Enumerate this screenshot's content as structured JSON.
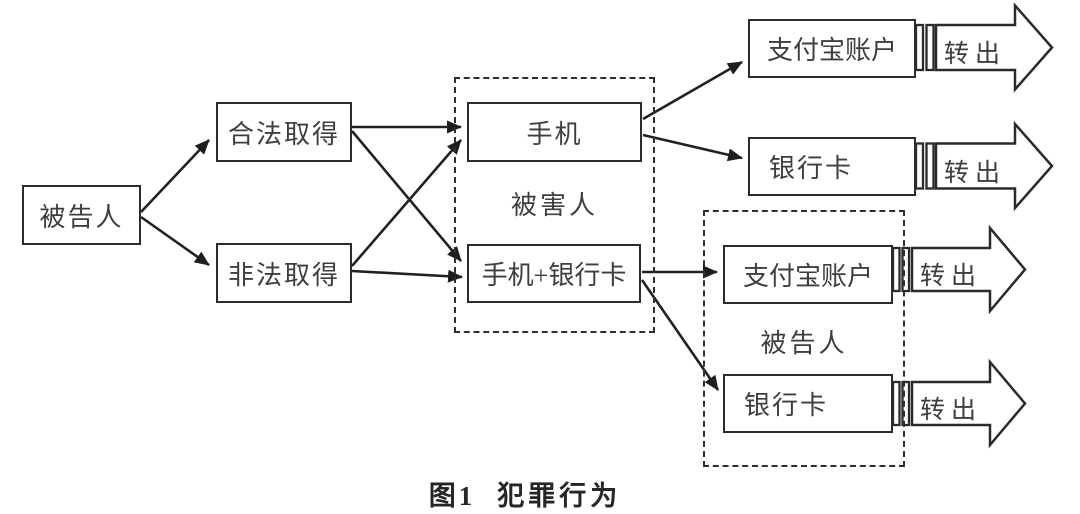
{
  "figure": {
    "caption_prefix": "图1",
    "caption_title": "犯罪行为"
  },
  "nodes": {
    "defendant": "被告人",
    "legal_obtain": "合法取得",
    "illegal_obtain": "非法取得",
    "phone": "手机",
    "phone_bank_card": "手机+银行卡",
    "alipay_account_victim": "支付宝账户",
    "bank_card_victim": "银行卡",
    "alipay_account_defendant": "支付宝账户",
    "bank_card_defendant": "银行卡"
  },
  "groups": {
    "victim": "被害人",
    "defendant": "被告人"
  },
  "transfer_label": "转出",
  "edges": [
    {
      "from": "defendant",
      "to": "legal_obtain"
    },
    {
      "from": "defendant",
      "to": "illegal_obtain"
    },
    {
      "from": "legal_obtain",
      "to": "phone"
    },
    {
      "from": "legal_obtain",
      "to": "phone_bank_card"
    },
    {
      "from": "illegal_obtain",
      "to": "phone"
    },
    {
      "from": "illegal_obtain",
      "to": "phone_bank_card"
    },
    {
      "from": "phone",
      "to": "alipay_account_victim"
    },
    {
      "from": "phone",
      "to": "bank_card_victim"
    },
    {
      "from": "phone_bank_card",
      "to": "alipay_account_defendant"
    },
    {
      "from": "phone_bank_card",
      "to": "bank_card_defendant"
    },
    {
      "from": "alipay_account_victim",
      "to": "transfer_out"
    },
    {
      "from": "bank_card_victim",
      "to": "transfer_out"
    },
    {
      "from": "alipay_account_defendant",
      "to": "transfer_out"
    },
    {
      "from": "bank_card_defendant",
      "to": "transfer_out"
    }
  ],
  "colors": {
    "stroke": "#2a2a2a",
    "text": "#3e3e3e",
    "background": "#ffffff"
  }
}
